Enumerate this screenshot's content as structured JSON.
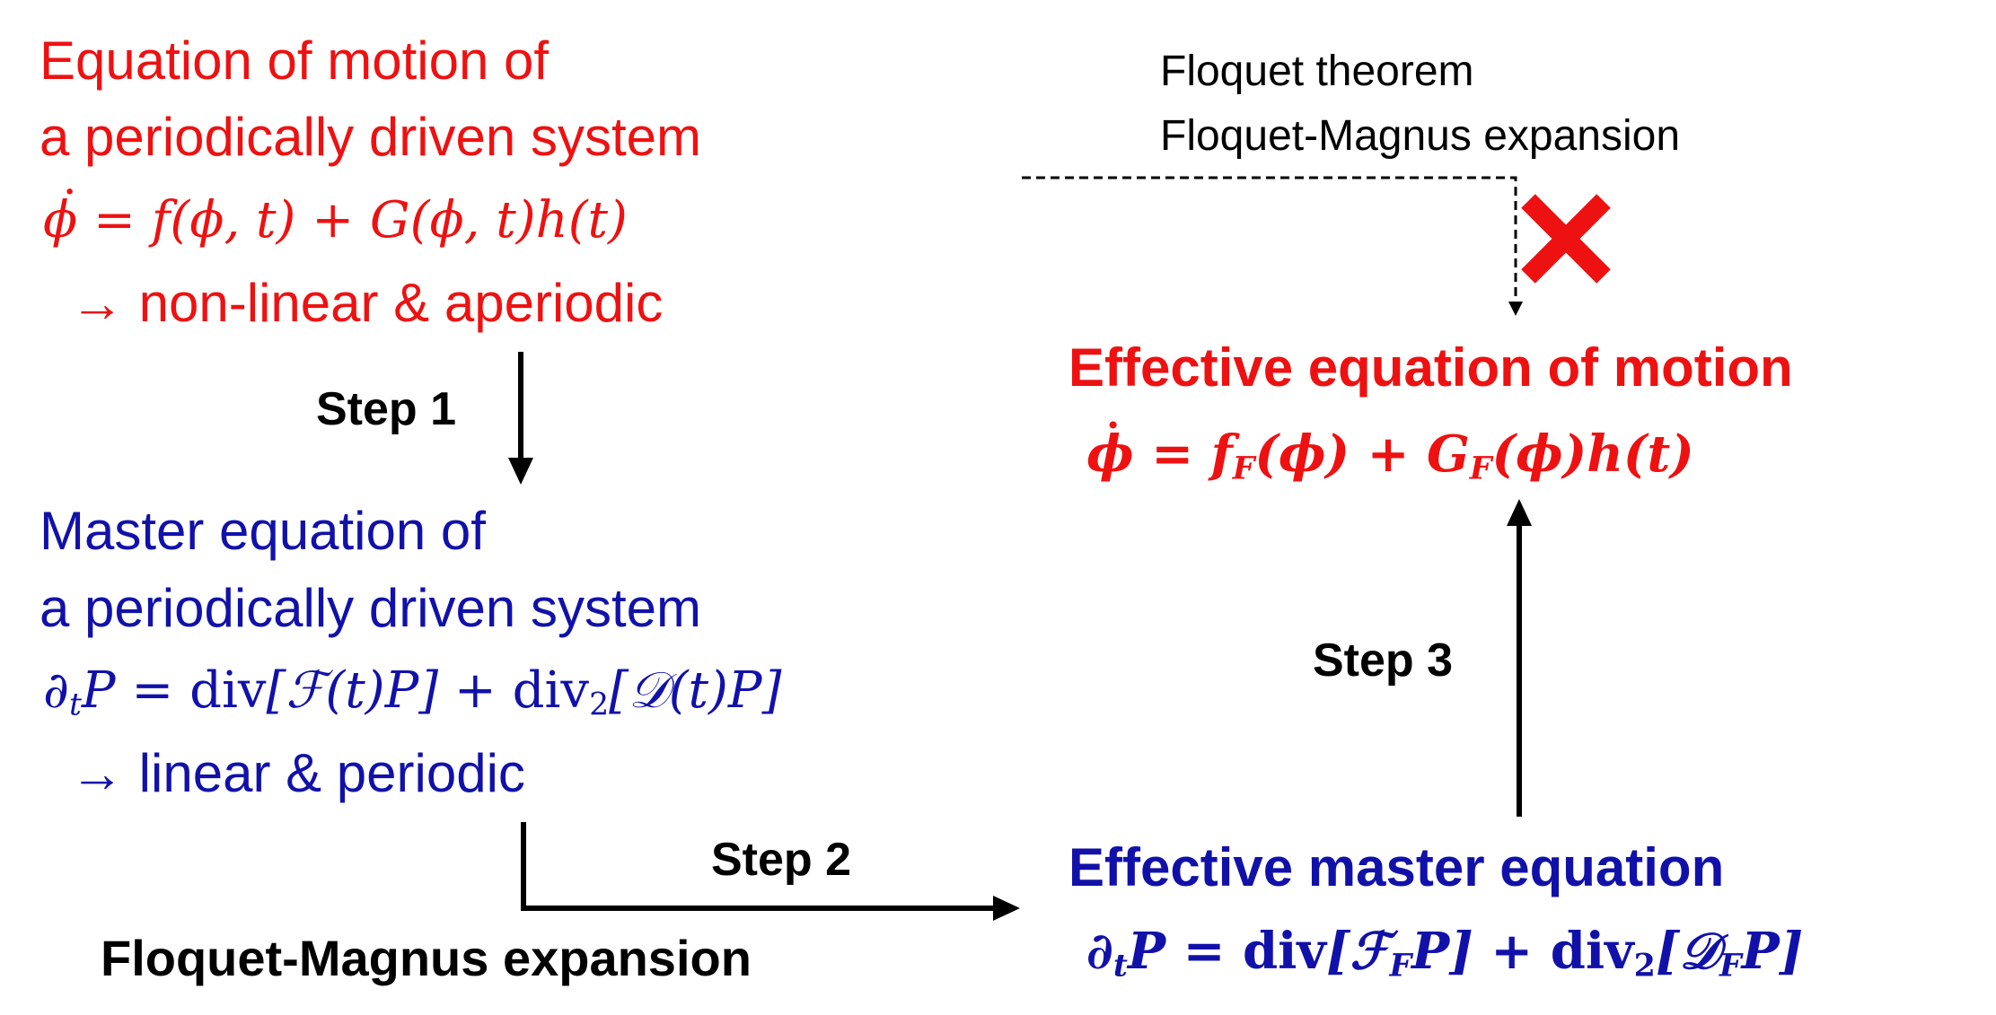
{
  "colors": {
    "red": "#ee1111",
    "blue": "#1111aa",
    "black": "#000000"
  },
  "original": {
    "title_line1": "Equation of motion of",
    "title_line2": "a periodically driven system",
    "equation_dot": "˙",
    "equation_rest": "= f(ϕ, t) + G(ϕ, t)h(t)",
    "property": "→ non-linear & aperiodic"
  },
  "master": {
    "title_line1": "Master equation of",
    "title_line2": "a periodically driven system",
    "equation": {
      "lhs_del": "∂",
      "lhs_t": "t",
      "lhs_P": "P = ",
      "div1": "div",
      "mid1": "[ℱ(t)P] + ",
      "div2": "div",
      "sub2": "2",
      "mid2": "[𝒟(t)P]"
    },
    "property": "→ linear & periodic"
  },
  "effective_eom": {
    "title": "Effective equation of motion",
    "equation": {
      "dot": "˙",
      "eq": " = ",
      "f": "f",
      "fsub": "F",
      "p1": "(ϕ) + ",
      "g": "G",
      "gsub": "F",
      "p2": "(ϕ)h(t)"
    }
  },
  "effective_master": {
    "title": "Effective master equation",
    "equation": {
      "del": "∂",
      "t": "t",
      "P": "P = ",
      "div1": "div",
      "br1": "[ℱ",
      "s1": "F",
      "p1": "P] + ",
      "div2": "div",
      "s2": "2",
      "br2": "[𝒟",
      "s3": "F",
      "p2": "P]"
    }
  },
  "steps": {
    "step1": "Step 1",
    "step2": "Step 2",
    "step3": "Step 3"
  },
  "floquet_magnus_label": "Floquet-Magnus expansion",
  "failed_route": {
    "line1": "Floquet theorem",
    "line2": "Floquet-Magnus expansion",
    "mark_icon": "red-x-cross-icon"
  }
}
